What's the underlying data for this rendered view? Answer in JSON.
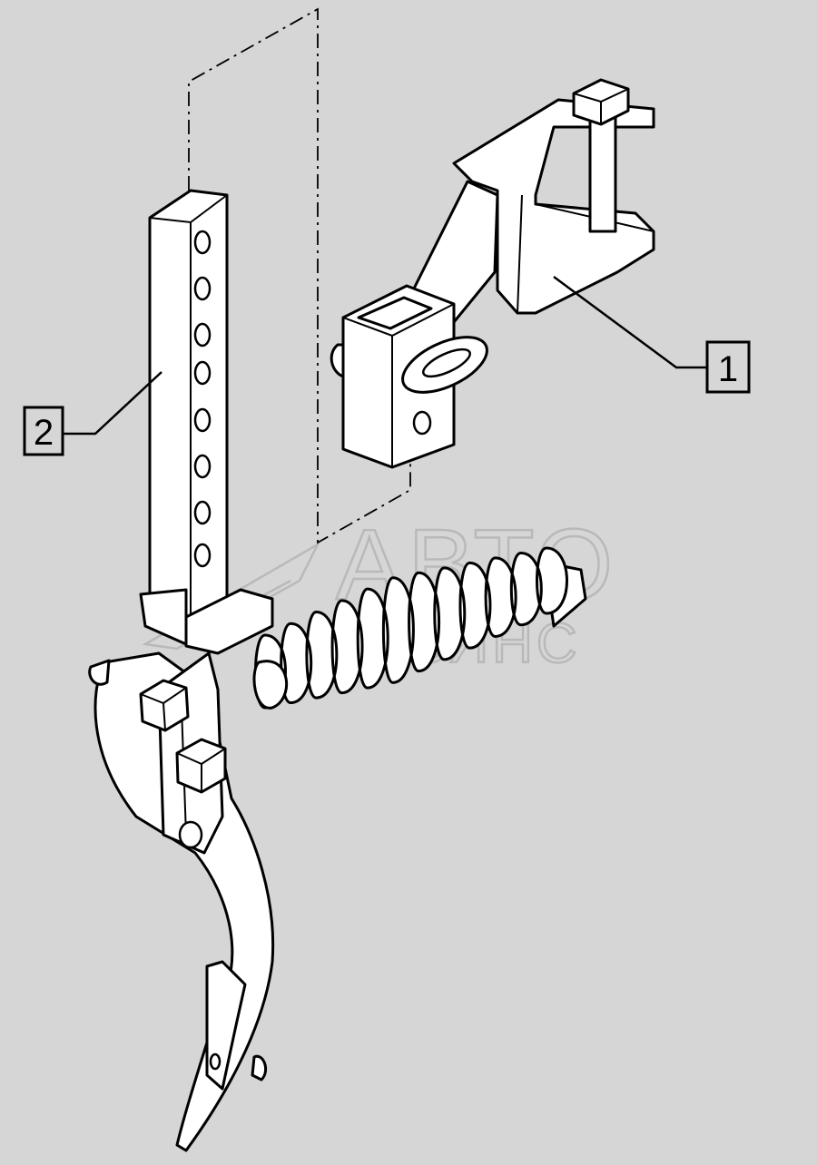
{
  "callouts": [
    {
      "id": "callout-1",
      "text": "1"
    },
    {
      "id": "callout-2",
      "text": "2"
    }
  ],
  "watermark": {
    "line1": "АВТО",
    "line2": "АЛЬЯНС"
  },
  "colors": {
    "background": "#d6d6d6",
    "line": "#000000",
    "part_fill": "#ffffff",
    "watermark": "#b9b9b9"
  }
}
